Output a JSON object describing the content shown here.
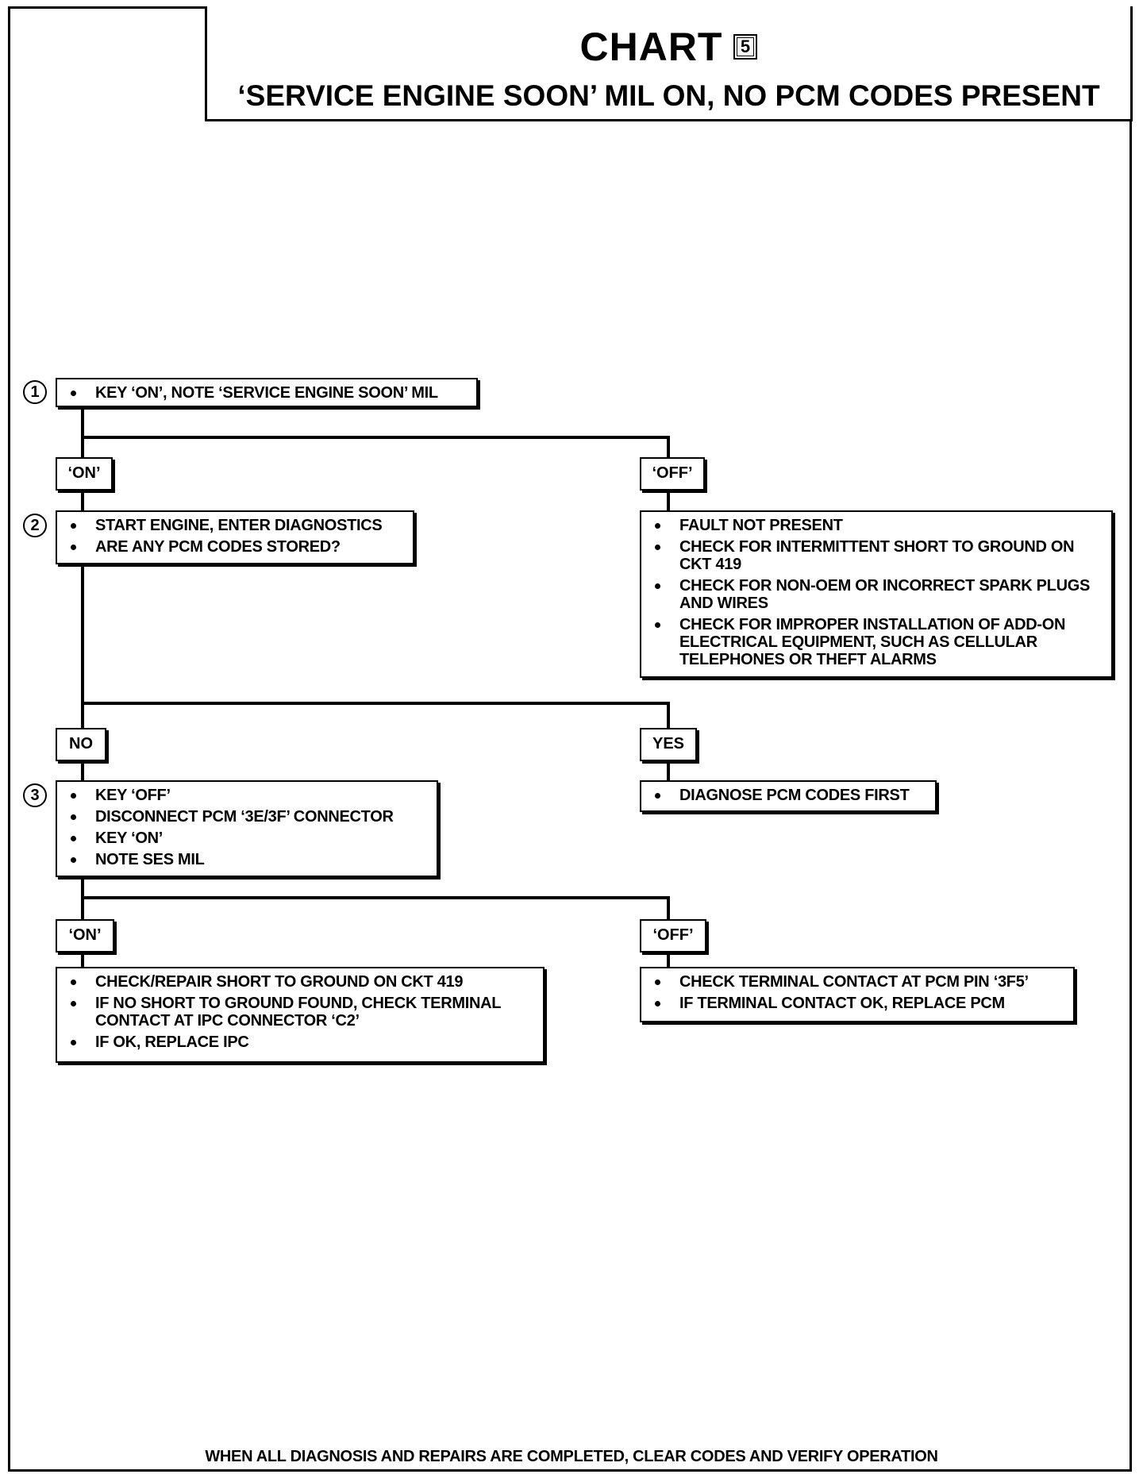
{
  "title": {
    "main": "CHART",
    "number": "5",
    "subtitle": "‘SERVICE ENGINE SOON’ MIL ON, NO PCM CODES PRESENT"
  },
  "steps": {
    "step1": {
      "number": "1",
      "items": [
        "KEY ‘ON’, NOTE ‘SERVICE ENGINE SOON’ MIL"
      ]
    },
    "step2": {
      "number": "2",
      "items": [
        "START ENGINE, ENTER DIAGNOSTICS",
        "ARE ANY PCM CODES STORED?"
      ]
    },
    "step3": {
      "number": "3",
      "items": [
        "KEY ‘OFF’",
        "DISCONNECT PCM ‘3E/3F’ CONNECTOR",
        "KEY ‘ON’",
        "NOTE SES MIL"
      ]
    }
  },
  "branches": {
    "b1_left": "‘ON’",
    "b1_right": "‘OFF’",
    "b2_left": "NO",
    "b2_right": "YES",
    "b3_left": "‘ON’",
    "b3_right": "‘OFF’"
  },
  "results": {
    "off_fault": [
      "FAULT NOT PRESENT",
      "CHECK FOR INTERMITTENT SHORT TO GROUND ON CKT 419",
      "CHECK FOR NON-OEM OR INCORRECT SPARK PLUGS AND WIRES",
      "CHECK FOR IMPROPER INSTALLATION OF ADD-ON ELECTRICAL EQUIPMENT, SUCH AS CELLULAR TELEPHONES OR THEFT ALARMS"
    ],
    "yes_codes": [
      "DIAGNOSE PCM CODES FIRST"
    ],
    "on_repair": [
      "CHECK/REPAIR SHORT TO GROUND ON CKT 419",
      "IF NO SHORT TO GROUND FOUND, CHECK TERMINAL CONTACT AT IPC CONNECTOR ‘C2’",
      "IF OK, REPLACE IPC"
    ],
    "off_repair": [
      "CHECK TERMINAL CONTACT AT PCM PIN ‘3F5’",
      "IF TERMINAL CONTACT OK, REPLACE PCM"
    ]
  },
  "footer": "WHEN ALL DIAGNOSIS AND REPAIRS ARE COMPLETED, CLEAR CODES AND VERIFY OPERATION"
}
